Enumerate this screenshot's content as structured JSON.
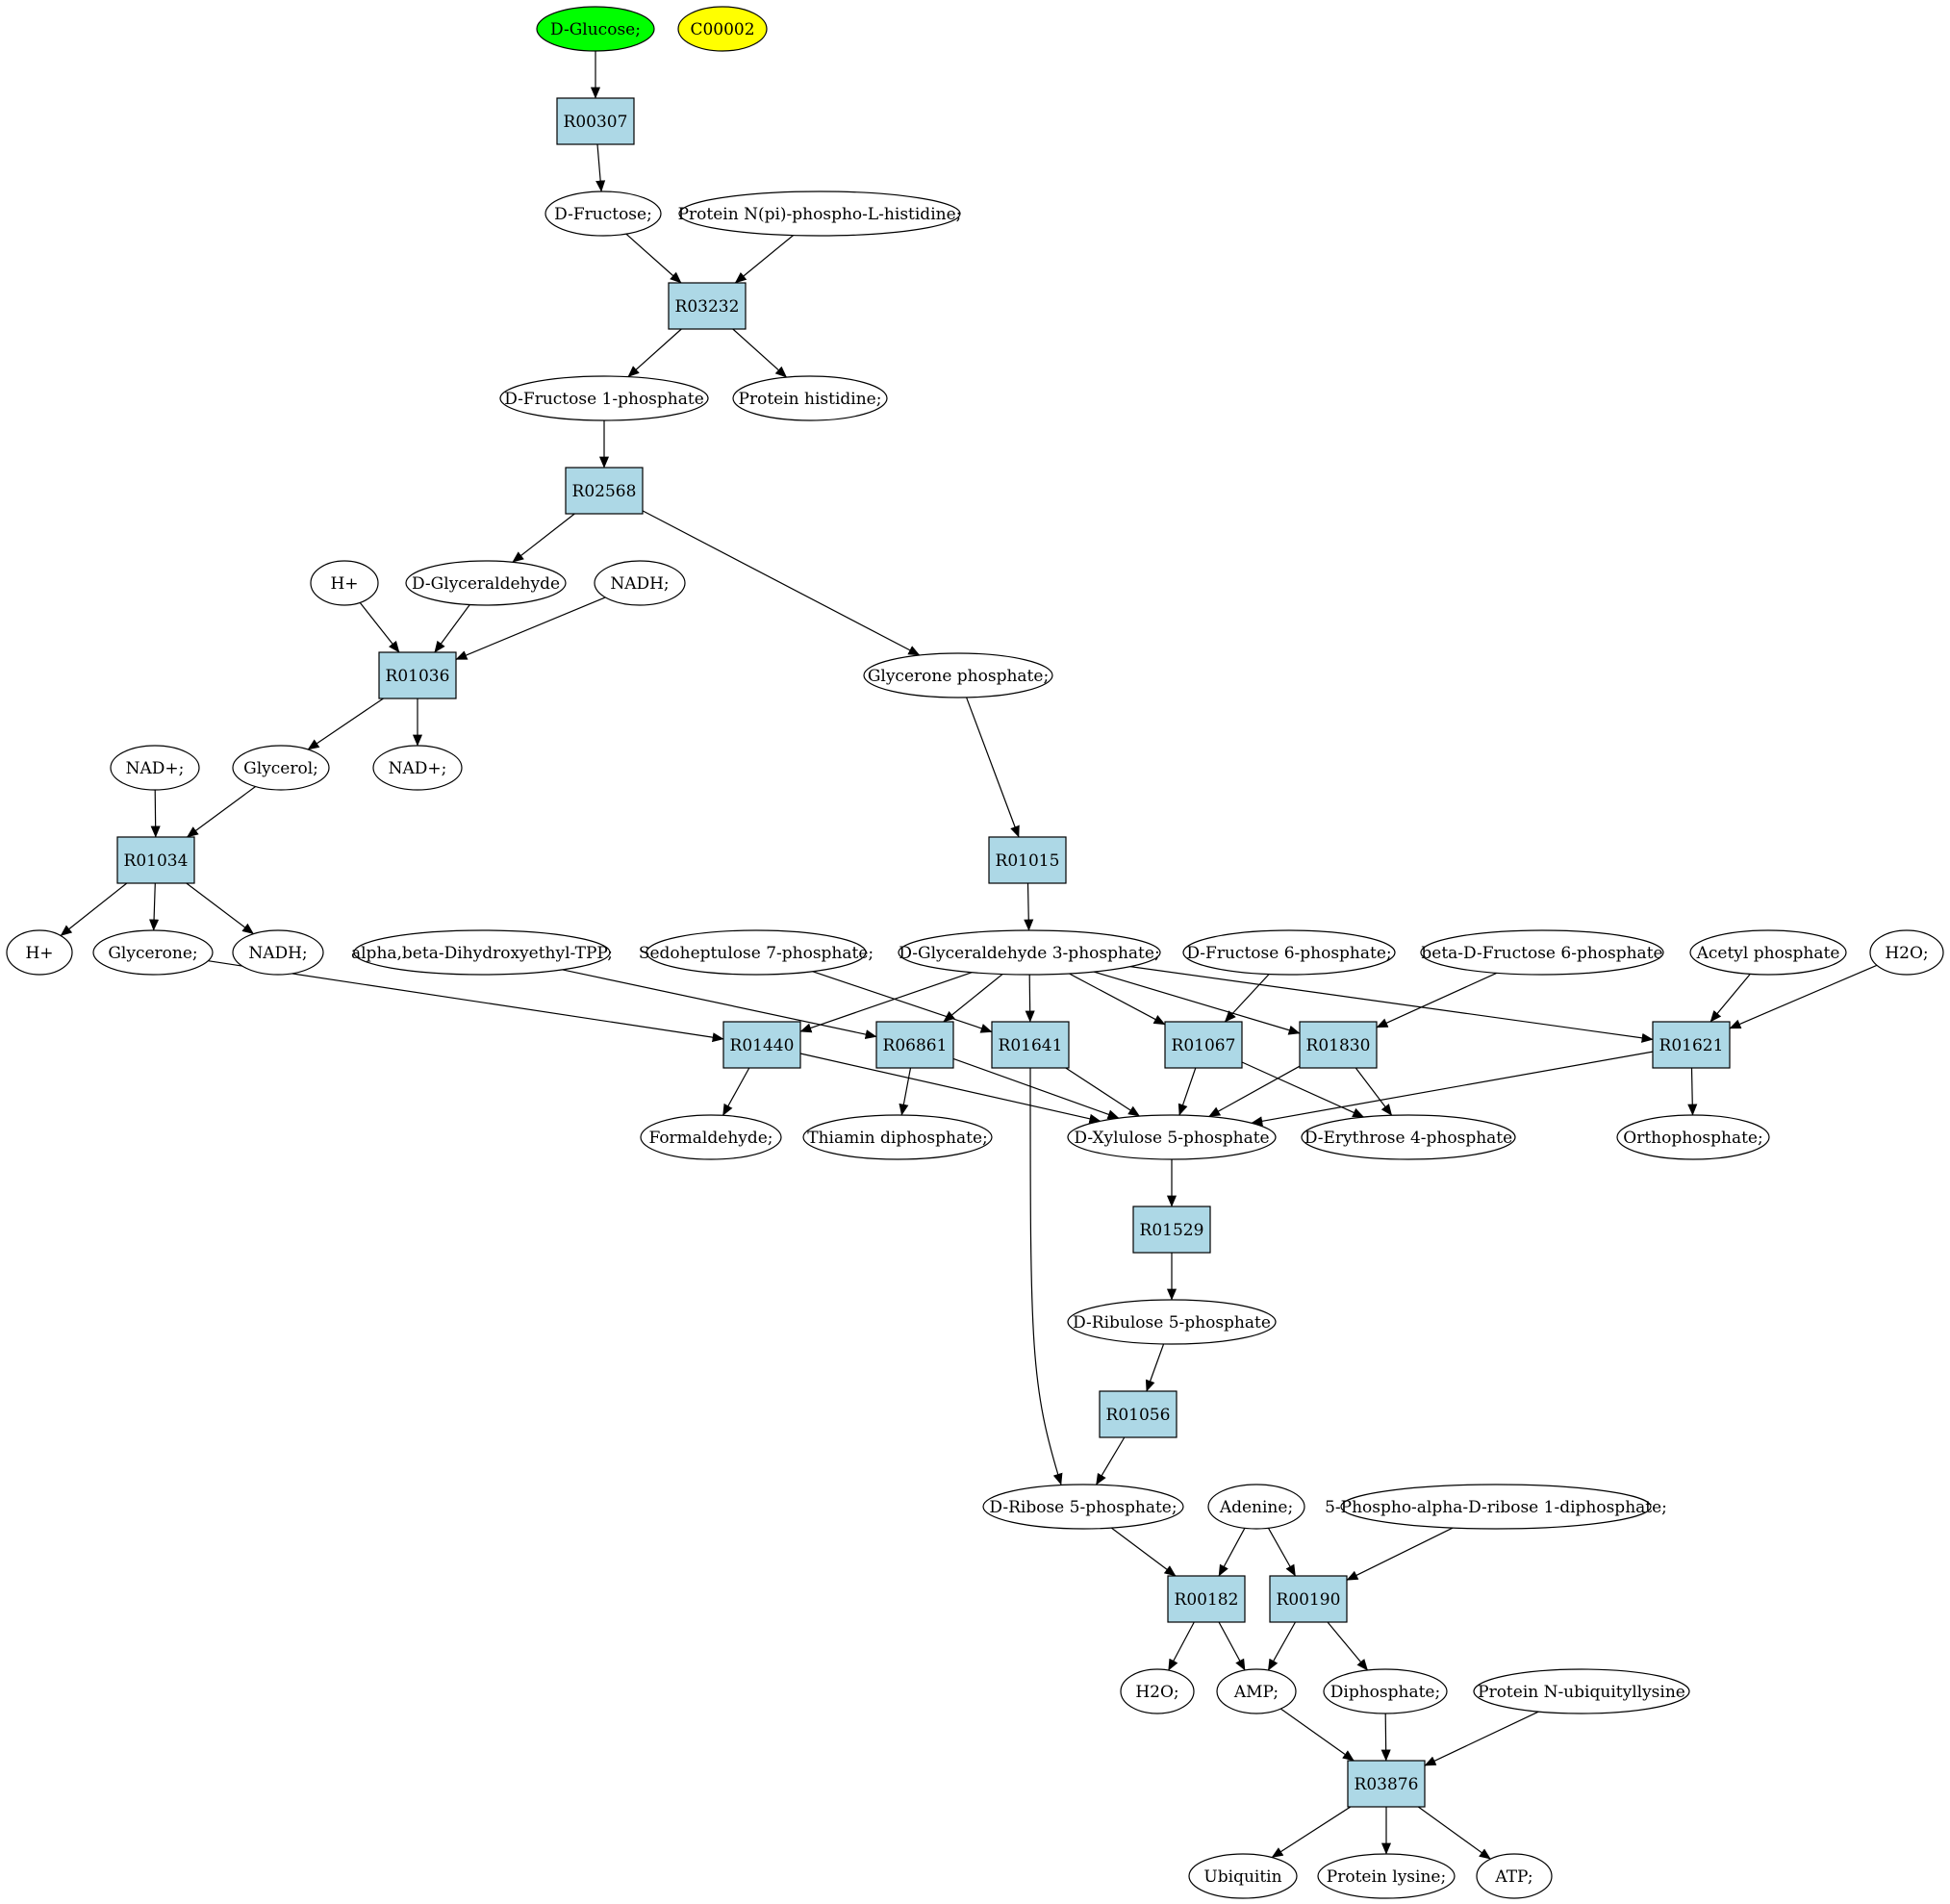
{
  "diagram": {
    "colors": {
      "reaction_fill": "#add8e6",
      "start_fill": "#00ff00",
      "highlight_fill": "#ffff00",
      "compound_fill": "#ffffff",
      "stroke": "#000000"
    },
    "nodes": [
      {
        "id": "dglucose",
        "label": "D-Glucose;",
        "kind": "start"
      },
      {
        "id": "c00002",
        "label": "C00002",
        "kind": "highlight"
      },
      {
        "id": "R00307",
        "label": "R00307",
        "kind": "reaction"
      },
      {
        "id": "dfructose",
        "label": "D-Fructose;",
        "kind": "compound"
      },
      {
        "id": "protnpi",
        "label": "Protein N(pi)-phospho-L-histidine;",
        "kind": "compound"
      },
      {
        "id": "R03232",
        "label": "R03232",
        "kind": "reaction"
      },
      {
        "id": "dfru1p",
        "label": "D-Fructose 1-phosphate",
        "kind": "compound"
      },
      {
        "id": "prothis",
        "label": "Protein histidine;",
        "kind": "compound"
      },
      {
        "id": "R02568",
        "label": "R02568",
        "kind": "reaction"
      },
      {
        "id": "hplus1",
        "label": "H+",
        "kind": "compound"
      },
      {
        "id": "dglyald",
        "label": "D-Glyceraldehyde",
        "kind": "compound"
      },
      {
        "id": "nadh1",
        "label": "NADH;",
        "kind": "compound"
      },
      {
        "id": "R01036",
        "label": "R01036",
        "kind": "reaction"
      },
      {
        "id": "glyp",
        "label": "Glycerone phosphate;",
        "kind": "compound"
      },
      {
        "id": "nadplus1",
        "label": "NAD+;",
        "kind": "compound"
      },
      {
        "id": "glycerol",
        "label": "Glycerol;",
        "kind": "compound"
      },
      {
        "id": "nadplus2",
        "label": "NAD+;",
        "kind": "compound"
      },
      {
        "id": "R01034",
        "label": "R01034",
        "kind": "reaction"
      },
      {
        "id": "R01015",
        "label": "R01015",
        "kind": "reaction"
      },
      {
        "id": "hplus2",
        "label": "H+",
        "kind": "compound"
      },
      {
        "id": "glycerone",
        "label": "Glycerone;",
        "kind": "compound"
      },
      {
        "id": "nadh2",
        "label": "NADH;",
        "kind": "compound"
      },
      {
        "id": "abdtpp",
        "label": "alpha,beta-Dihydroxyethyl-TPP;",
        "kind": "compound"
      },
      {
        "id": "sed7p",
        "label": "Sedoheptulose 7-phosphate;",
        "kind": "compound"
      },
      {
        "id": "dg3p",
        "label": "D-Glyceraldehyde 3-phosphate;",
        "kind": "compound"
      },
      {
        "id": "dfru6p",
        "label": "D-Fructose 6-phosphate;",
        "kind": "compound"
      },
      {
        "id": "bdfru6p",
        "label": "beta-D-Fructose 6-phosphate",
        "kind": "compound"
      },
      {
        "id": "acetylp",
        "label": "Acetyl phosphate",
        "kind": "compound"
      },
      {
        "id": "h2o1",
        "label": "H2O;",
        "kind": "compound"
      },
      {
        "id": "R01440",
        "label": "R01440",
        "kind": "reaction"
      },
      {
        "id": "R06861",
        "label": "R06861",
        "kind": "reaction"
      },
      {
        "id": "R01641",
        "label": "R01641",
        "kind": "reaction"
      },
      {
        "id": "R01067",
        "label": "R01067",
        "kind": "reaction"
      },
      {
        "id": "R01830",
        "label": "R01830",
        "kind": "reaction"
      },
      {
        "id": "R01621",
        "label": "R01621",
        "kind": "reaction"
      },
      {
        "id": "formald",
        "label": "Formaldehyde;",
        "kind": "compound"
      },
      {
        "id": "thdp",
        "label": "Thiamin diphosphate;",
        "kind": "compound"
      },
      {
        "id": "dxyl5p",
        "label": "D-Xylulose 5-phosphate",
        "kind": "compound"
      },
      {
        "id": "dery4p",
        "label": "D-Erythrose 4-phosphate",
        "kind": "compound"
      },
      {
        "id": "orthop",
        "label": "Orthophosphate;",
        "kind": "compound"
      },
      {
        "id": "R01529",
        "label": "R01529",
        "kind": "reaction"
      },
      {
        "id": "drul5p",
        "label": "D-Ribulose 5-phosphate",
        "kind": "compound"
      },
      {
        "id": "R01056",
        "label": "R01056",
        "kind": "reaction"
      },
      {
        "id": "drib5p",
        "label": "D-Ribose 5-phosphate;",
        "kind": "compound"
      },
      {
        "id": "adenine",
        "label": "Adenine;",
        "kind": "compound"
      },
      {
        "id": "prpp",
        "label": "5-Phospho-alpha-D-ribose 1-diphosphate;",
        "kind": "compound"
      },
      {
        "id": "R00182",
        "label": "R00182",
        "kind": "reaction"
      },
      {
        "id": "R00190",
        "label": "R00190",
        "kind": "reaction"
      },
      {
        "id": "h2o2",
        "label": "H2O;",
        "kind": "compound"
      },
      {
        "id": "amp",
        "label": "AMP;",
        "kind": "compound"
      },
      {
        "id": "diphos",
        "label": "Diphosphate;",
        "kind": "compound"
      },
      {
        "id": "protnubi",
        "label": "Protein N-ubiquityllysine",
        "kind": "compound"
      },
      {
        "id": "R03876",
        "label": "R03876",
        "kind": "reaction"
      },
      {
        "id": "ubiq",
        "label": "Ubiquitin",
        "kind": "compound"
      },
      {
        "id": "protlys",
        "label": "Protein lysine;",
        "kind": "compound"
      },
      {
        "id": "atp",
        "label": "ATP;",
        "kind": "compound"
      }
    ],
    "edges": [
      [
        "dglucose",
        "R00307"
      ],
      [
        "R00307",
        "dfructose"
      ],
      [
        "dfructose",
        "R03232"
      ],
      [
        "protnpi",
        "R03232"
      ],
      [
        "R03232",
        "dfru1p"
      ],
      [
        "R03232",
        "prothis"
      ],
      [
        "dfru1p",
        "R02568"
      ],
      [
        "R02568",
        "dglyald"
      ],
      [
        "R02568",
        "glyp"
      ],
      [
        "hplus1",
        "R01036"
      ],
      [
        "dglyald",
        "R01036"
      ],
      [
        "nadh1",
        "R01036"
      ],
      [
        "R01036",
        "glycerol"
      ],
      [
        "R01036",
        "nadplus2"
      ],
      [
        "nadplus1",
        "R01034"
      ],
      [
        "glycerol",
        "R01034"
      ],
      [
        "R01034",
        "hplus2"
      ],
      [
        "R01034",
        "glycerone"
      ],
      [
        "R01034",
        "nadh2"
      ],
      [
        "glyp",
        "R01015"
      ],
      [
        "R01015",
        "dg3p"
      ],
      [
        "glycerone",
        "R01440"
      ],
      [
        "dg3p",
        "R01440"
      ],
      [
        "abdtpp",
        "R06861"
      ],
      [
        "dg3p",
        "R06861"
      ],
      [
        "sed7p",
        "R01641"
      ],
      [
        "dg3p",
        "R01641"
      ],
      [
        "dg3p",
        "R01067"
      ],
      [
        "dfru6p",
        "R01067"
      ],
      [
        "dg3p",
        "R01830"
      ],
      [
        "bdfru6p",
        "R01830"
      ],
      [
        "dg3p",
        "R01621"
      ],
      [
        "acetylp",
        "R01621"
      ],
      [
        "h2o1",
        "R01621"
      ],
      [
        "R01440",
        "formald"
      ],
      [
        "R01440",
        "dxyl5p"
      ],
      [
        "R06861",
        "thdp"
      ],
      [
        "R06861",
        "dxyl5p"
      ],
      [
        "R01641",
        "dxyl5p"
      ],
      [
        "R01641",
        "drib5p"
      ],
      [
        "R01067",
        "dxyl5p"
      ],
      [
        "R01067",
        "dery4p"
      ],
      [
        "R01830",
        "dxyl5p"
      ],
      [
        "R01830",
        "dery4p"
      ],
      [
        "R01621",
        "dxyl5p"
      ],
      [
        "R01621",
        "orthop"
      ],
      [
        "dxyl5p",
        "R01529"
      ],
      [
        "R01529",
        "drul5p"
      ],
      [
        "drul5p",
        "R01056"
      ],
      [
        "R01056",
        "drib5p"
      ],
      [
        "drib5p",
        "R00182"
      ],
      [
        "adenine",
        "R00182"
      ],
      [
        "adenine",
        "R00190"
      ],
      [
        "prpp",
        "R00190"
      ],
      [
        "R00182",
        "h2o2"
      ],
      [
        "R00182",
        "amp"
      ],
      [
        "R00190",
        "amp"
      ],
      [
        "R00190",
        "diphos"
      ],
      [
        "amp",
        "R03876"
      ],
      [
        "diphos",
        "R03876"
      ],
      [
        "protnubi",
        "R03876"
      ],
      [
        "R03876",
        "ubiq"
      ],
      [
        "R03876",
        "protlys"
      ],
      [
        "R03876",
        "atp"
      ]
    ]
  }
}
